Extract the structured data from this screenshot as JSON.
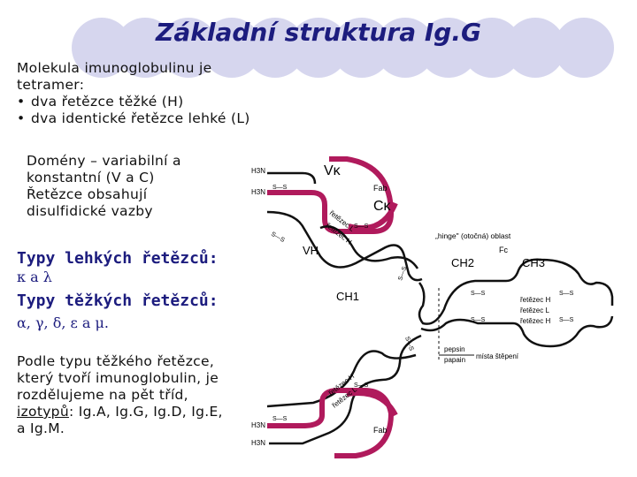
{
  "slide": {
    "title": "Základní struktura Ig.G",
    "intro": {
      "line1": "Molekula imunoglobulinu je",
      "line2": "tetramer:",
      "bullets": [
        "dva řetězce těžké (H)",
        "dva identické řetězce lehké (L)"
      ]
    },
    "domains": {
      "line1": "Domény – variabilní a",
      "line2": "konstantní (V a C)",
      "line3": "Řetězce obsahují",
      "line4": "disulfidické vazby"
    },
    "light_types": {
      "heading": "Typy lehkých řetězců:",
      "values": "κ a λ"
    },
    "heavy_types": {
      "heading": "Typy těžkých řetězců:",
      "values": "α, γ, δ, ε a μ."
    },
    "isotypes": {
      "line1": "Podle typu těžkého řetězce,",
      "line2": "který tvoří imunoglobulin, je",
      "line3": "rozdělujeme na pět tříd,",
      "line4_prefix": "izotypů",
      "line4_suffix": ": Ig.A, Ig.G, Ig.D, Ig.E,",
      "line5": "a Ig.M."
    }
  },
  "figure": {
    "vk": "Vκ",
    "ck": "Cκ",
    "vh": "VH",
    "ch1": "CH1",
    "ch2": "CH2",
    "ch3": "CH3",
    "fab": "Fab",
    "fc": "Fc",
    "hinge": "„hinge\" (otočná) oblast",
    "retezec_l": "řetězec L",
    "retezec_h": "řetězec H",
    "pepsin": "pepsin",
    "papain": "papain",
    "cleavage": "místa štěpení",
    "h3n": "H3N",
    "ss": "S—S"
  },
  "colors": {
    "title": "#1c1c7e",
    "deco_circles": "#d6d6ee",
    "light_chain": "#b01a5c",
    "heavy_chain": "#111111"
  }
}
